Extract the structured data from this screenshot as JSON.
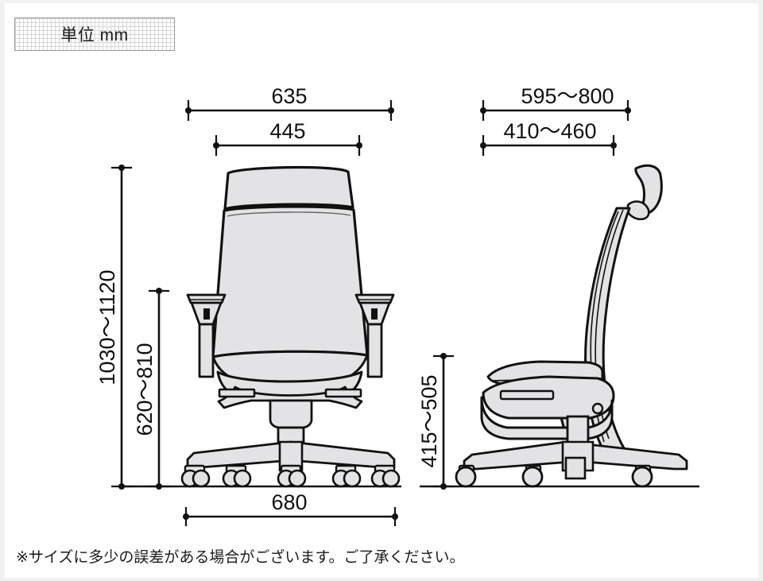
{
  "page": {
    "unit_box_label": "単位 mm",
    "caption": "※サイズに多少の誤差がある場合がございます。ご了承ください。",
    "background_color": "#f1f1f1",
    "sheet_color": "#ffffff",
    "line_color": "#111111",
    "chair_fill": "#e3e3e5",
    "grid_color": "#d6d6d6"
  },
  "views": {
    "front": {
      "name": "front-view-chair"
    },
    "side": {
      "name": "side-view-chair"
    }
  },
  "dimensions": {
    "front_overall_width": "635",
    "front_seat_width": "445",
    "front_overall_height": "1030〜1120",
    "front_back_height": "620〜810",
    "base_width": "680",
    "side_overall_depth": "595〜800",
    "side_seat_depth": "410〜460",
    "side_seat_height": "415〜505"
  }
}
